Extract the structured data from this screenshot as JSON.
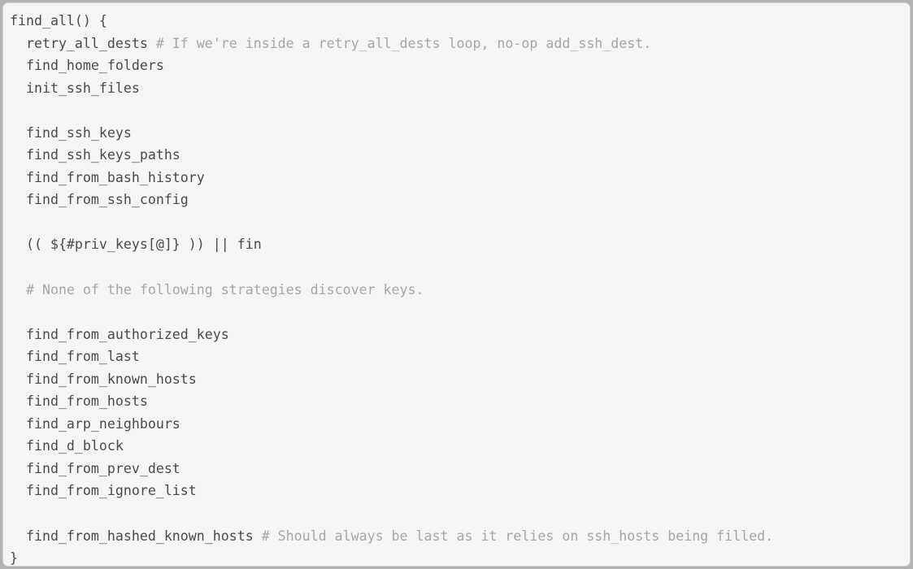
{
  "panel": {
    "background": "#f5f5f5",
    "border_color": "#d0d0d0",
    "surround_color": "#b3b3b3",
    "code_color": "#4a4a4a",
    "comment_color": "#a6a6a6",
    "language": "bash"
  },
  "code": {
    "lines": [
      {
        "code": "find_all() {",
        "comment": ""
      },
      {
        "code": "  retry_all_dests ",
        "comment": "# If we're inside a retry_all_dests loop, no-op add_ssh_dest."
      },
      {
        "code": "  find_home_folders",
        "comment": ""
      },
      {
        "code": "  init_ssh_files",
        "comment": ""
      },
      {
        "code": "",
        "comment": ""
      },
      {
        "code": "  find_ssh_keys",
        "comment": ""
      },
      {
        "code": "  find_ssh_keys_paths",
        "comment": ""
      },
      {
        "code": "  find_from_bash_history",
        "comment": ""
      },
      {
        "code": "  find_from_ssh_config",
        "comment": ""
      },
      {
        "code": "",
        "comment": ""
      },
      {
        "code": "  (( ${#priv_keys[@]} )) || fin",
        "comment": ""
      },
      {
        "code": "",
        "comment": ""
      },
      {
        "code": "  ",
        "comment": "# None of the following strategies discover keys."
      },
      {
        "code": "",
        "comment": ""
      },
      {
        "code": "  find_from_authorized_keys",
        "comment": ""
      },
      {
        "code": "  find_from_last",
        "comment": ""
      },
      {
        "code": "  find_from_known_hosts",
        "comment": ""
      },
      {
        "code": "  find_from_hosts",
        "comment": ""
      },
      {
        "code": "  find_arp_neighbours",
        "comment": ""
      },
      {
        "code": "  find_d_block",
        "comment": ""
      },
      {
        "code": "  find_from_prev_dest",
        "comment": ""
      },
      {
        "code": "  find_from_ignore_list",
        "comment": ""
      },
      {
        "code": "",
        "comment": ""
      },
      {
        "code": "  find_from_hashed_known_hosts ",
        "comment": "# Should always be last as it relies on ssh_hosts being filled."
      },
      {
        "code": "}",
        "comment": ""
      }
    ]
  }
}
